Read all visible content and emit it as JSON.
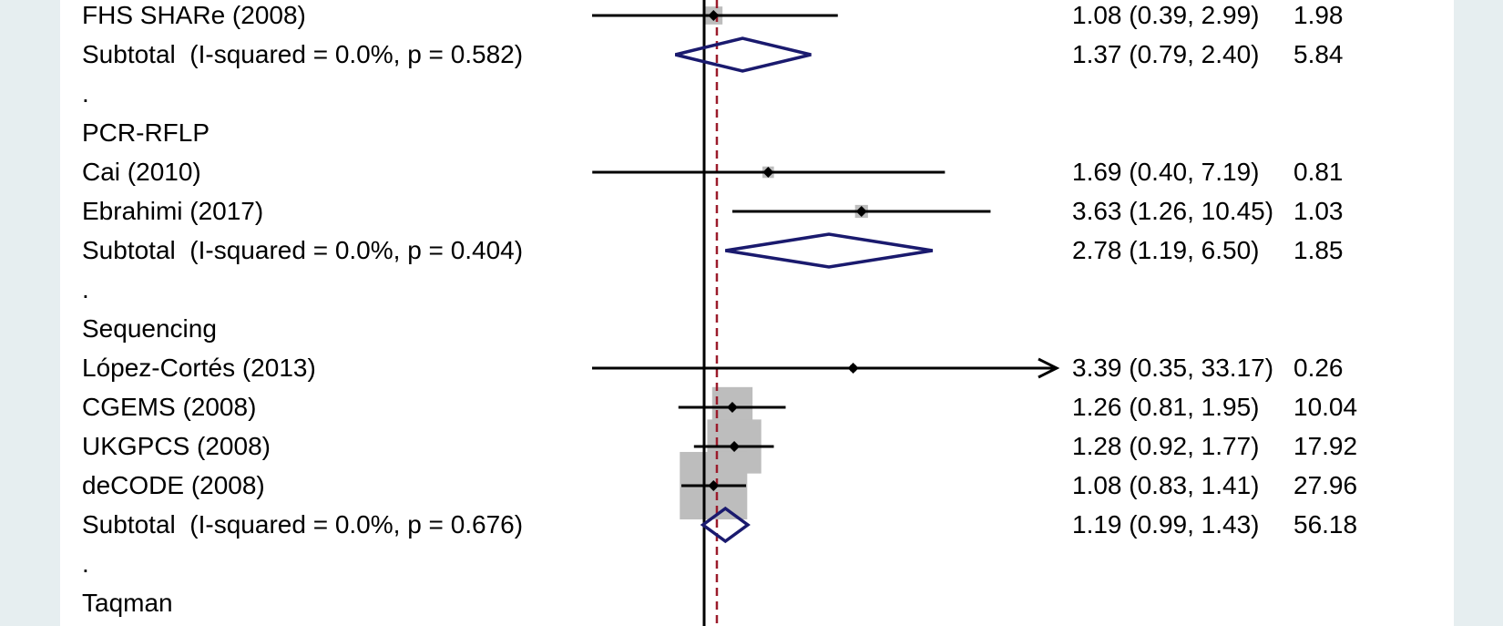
{
  "chart_data": {
    "type": "forest",
    "reference_line": 1,
    "overall_effect_line": 1.11,
    "rows": [
      {
        "label": "FHS SHARe (2008)",
        "kind": "study",
        "es": 1.08,
        "lo": 0.39,
        "hi": 2.99,
        "ci_text": "1.08 (0.39, 2.99)",
        "weight_text": "1.98",
        "weight": 1.98
      },
      {
        "label": "Subtotal  (I-squared = 0.0%, p = 0.582)",
        "kind": "subtotal",
        "es": 1.37,
        "lo": 0.79,
        "hi": 2.4,
        "ci_text": "1.37 (0.79, 2.40)",
        "weight_text": "5.84"
      },
      {
        "label": ".",
        "kind": "spacer"
      },
      {
        "label": "PCR-RFLP",
        "kind": "header"
      },
      {
        "label": "Cai (2010)",
        "kind": "study",
        "es": 1.69,
        "lo": 0.4,
        "hi": 7.19,
        "ci_text": "1.69 (0.40, 7.19)",
        "weight_text": "0.81",
        "weight": 0.81
      },
      {
        "label": "Ebrahimi (2017)",
        "kind": "study",
        "es": 3.63,
        "lo": 1.26,
        "hi": 10.45,
        "ci_text": "3.63 (1.26, 10.45)",
        "weight_text": "1.03",
        "weight": 1.03
      },
      {
        "label": "Subtotal  (I-squared = 0.0%, p = 0.404)",
        "kind": "subtotal",
        "es": 2.78,
        "lo": 1.19,
        "hi": 6.5,
        "ci_text": "2.78 (1.19, 6.50)",
        "weight_text": "1.85"
      },
      {
        "label": ".",
        "kind": "spacer"
      },
      {
        "label": "Sequencing",
        "kind": "header"
      },
      {
        "label": "López-Cortés (2013)",
        "kind": "study",
        "es": 3.39,
        "lo": 0.35,
        "hi": 33.17,
        "ci_text": "3.39 (0.35, 33.17)",
        "weight_text": "0.26",
        "weight": 0.26,
        "arrow_right": true
      },
      {
        "label": "CGEMS (2008)",
        "kind": "study",
        "es": 1.26,
        "lo": 0.81,
        "hi": 1.95,
        "ci_text": "1.26 (0.81, 1.95)",
        "weight_text": "10.04",
        "weight": 10.04
      },
      {
        "label": "UKGPCS (2008)",
        "kind": "study",
        "es": 1.28,
        "lo": 0.92,
        "hi": 1.77,
        "ci_text": "1.28 (0.92, 1.77)",
        "weight_text": "17.92",
        "weight": 17.92
      },
      {
        "label": "deCODE (2008)",
        "kind": "study",
        "es": 1.08,
        "lo": 0.83,
        "hi": 1.41,
        "ci_text": "1.08 (0.83, 1.41)",
        "weight_text": "27.96",
        "weight": 27.96
      },
      {
        "label": "Subtotal  (I-squared = 0.0%, p = 0.676)",
        "kind": "subtotal",
        "es": 1.19,
        "lo": 0.99,
        "hi": 1.43,
        "ci_text": "1.19 (0.99, 1.43)",
        "weight_text": "56.18"
      },
      {
        "label": ".",
        "kind": "spacer"
      },
      {
        "label": "Taqman",
        "kind": "header"
      }
    ],
    "colors": {
      "background": "#e6eef0",
      "panel": "#ffffff",
      "ci_line": "#000000",
      "weight_box": "#bdbdbd",
      "diamond": "#1a1a6e",
      "overall_line": "#9b1b2b",
      "reference_line": "#000000"
    }
  }
}
